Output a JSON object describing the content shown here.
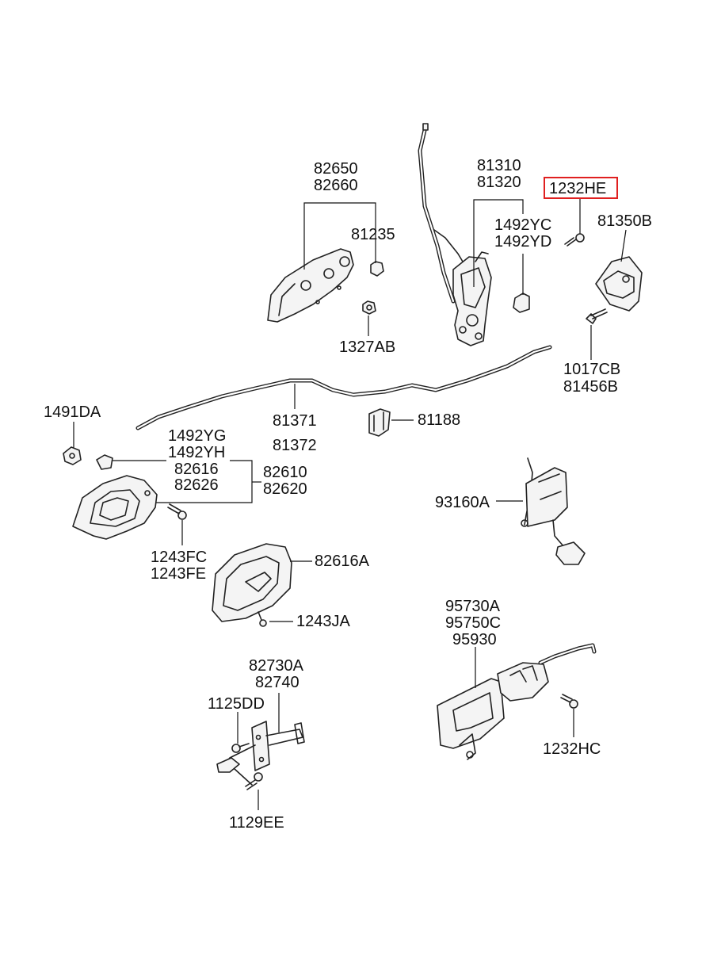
{
  "labels": {
    "p82650": "82650",
    "p82660": "82660",
    "p81235": "81235",
    "p1327AB": "1327AB",
    "p81310": "81310",
    "p81320": "81320",
    "p1232HE": "1232HE",
    "p1492YC": "1492YC",
    "p1492YD": "1492YD",
    "p81350B": "81350B",
    "p1017CB": "1017CB",
    "p81456B": "81456B",
    "p1491DA": "1491DA",
    "p81371": "81371",
    "p81372": "81372",
    "p81188": "81188",
    "p1492YG": "1492YG",
    "p1492YH": "1492YH",
    "p82616": "82616",
    "p82626": "82626",
    "p82610": "82610",
    "p82620": "82620",
    "p93160A": "93160A",
    "p1243FC": "1243FC",
    "p1243FE": "1243FE",
    "p82616A": "82616A",
    "p1243JA": "1243JA",
    "p95730A": "95730A",
    "p95750C": "95750C",
    "p95930": "95930",
    "p82730A": "82730A",
    "p82740": "82740",
    "p1125DD": "1125DD",
    "p1232HC": "1232HC",
    "p1129EE": "1129EE"
  },
  "highlight": {
    "part": "1232HE",
    "color": "#e02020"
  }
}
